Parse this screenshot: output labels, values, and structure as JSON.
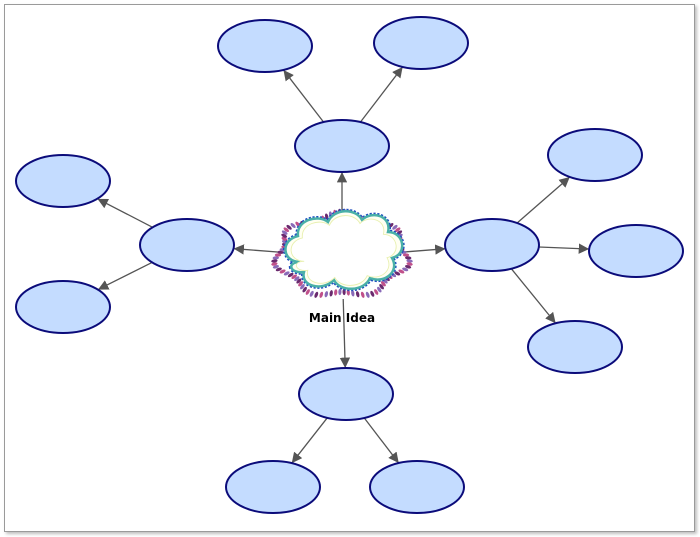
{
  "diagram": {
    "center_label": "Main Idea",
    "colors": {
      "node_fill": "#c4dcff",
      "node_stroke": "#0b0b7a",
      "arrow": "#555555",
      "cloud_fill": "#fffff2",
      "cloud_stroke_inner": "#4ab0a8",
      "cloud_stroke_outer": "#1f4fbf",
      "cloud_fringe": "#6a2a6e"
    },
    "nodes": [
      {
        "id": "top",
        "label": ""
      },
      {
        "id": "top-left",
        "label": ""
      },
      {
        "id": "top-right",
        "label": ""
      },
      {
        "id": "left",
        "label": ""
      },
      {
        "id": "left-upper",
        "label": ""
      },
      {
        "id": "left-lower",
        "label": ""
      },
      {
        "id": "right",
        "label": ""
      },
      {
        "id": "right-upper",
        "label": ""
      },
      {
        "id": "right-middle",
        "label": ""
      },
      {
        "id": "right-lower",
        "label": ""
      },
      {
        "id": "bottom",
        "label": ""
      },
      {
        "id": "bottom-left",
        "label": ""
      },
      {
        "id": "bottom-right",
        "label": ""
      }
    ],
    "edges": [
      {
        "from": "center",
        "to": "top"
      },
      {
        "from": "top",
        "to": "top-left"
      },
      {
        "from": "top",
        "to": "top-right"
      },
      {
        "from": "center",
        "to": "left"
      },
      {
        "from": "left",
        "to": "left-upper"
      },
      {
        "from": "left",
        "to": "left-lower"
      },
      {
        "from": "center",
        "to": "right"
      },
      {
        "from": "right",
        "to": "right-upper"
      },
      {
        "from": "right",
        "to": "right-middle"
      },
      {
        "from": "right",
        "to": "right-lower"
      },
      {
        "from": "center",
        "to": "bottom"
      },
      {
        "from": "bottom",
        "to": "bottom-left"
      },
      {
        "from": "bottom",
        "to": "bottom-right"
      }
    ]
  }
}
